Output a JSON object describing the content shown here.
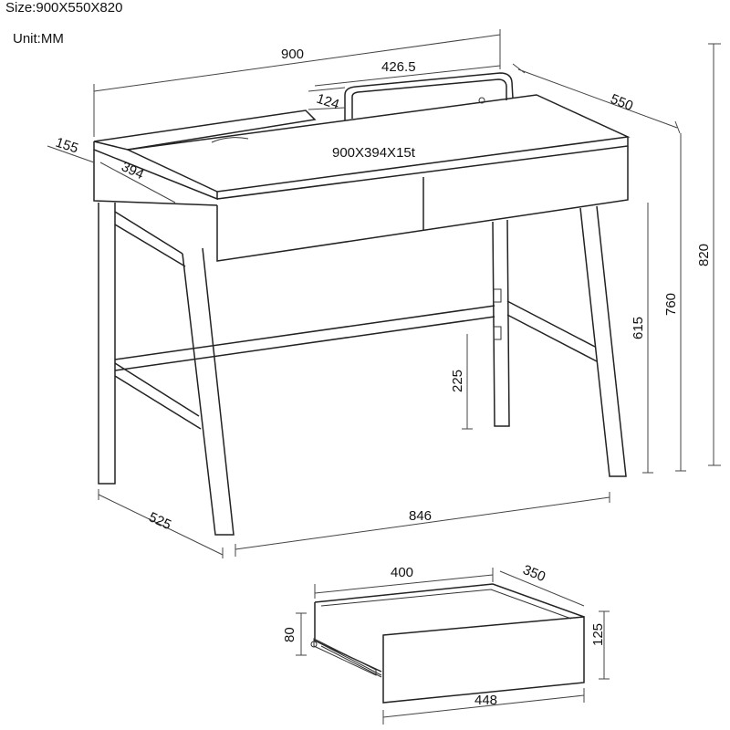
{
  "header": {
    "size": "Size:900X550X820",
    "unit": "Unit:MM"
  },
  "dims": {
    "width_900": "900",
    "hutch_426": "426.5",
    "d124": "124",
    "depth_550": "550",
    "d155": "155",
    "d394": "394",
    "panel_label": "900X394X15t",
    "height_820": "820",
    "height_760": "760",
    "height_615": "615",
    "height_225": "225",
    "leg_depth_525": "525",
    "leg_span_846": "846",
    "drawer_400": "400",
    "drawer_350": "350",
    "drawer_80": "80",
    "drawer_125": "125",
    "drawer_448": "448"
  }
}
